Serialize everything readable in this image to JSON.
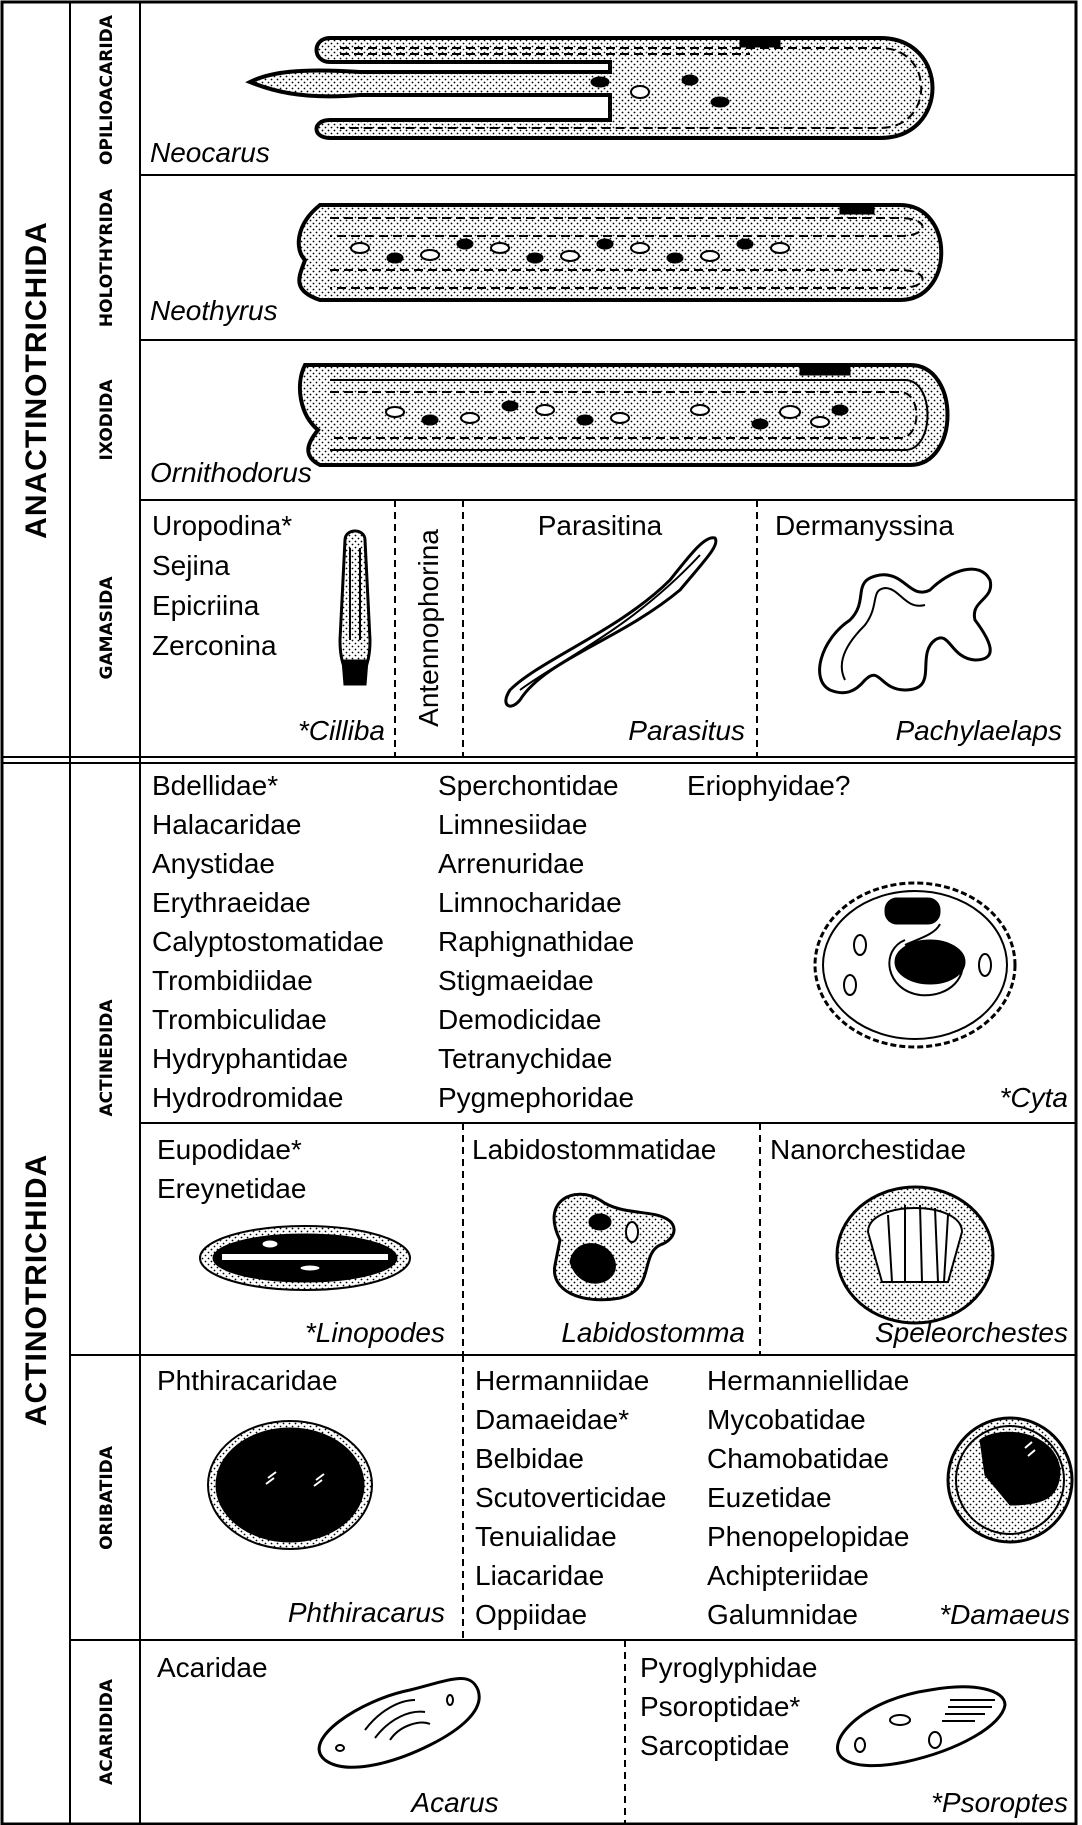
{
  "superorders": {
    "anactinotrichida": "ANACTINOTRICHIDA",
    "actinotrichida": "ACTINOTRICHIDA"
  },
  "orders": {
    "opilioacarida": "OPILIOACARIDA",
    "holothyrida": "HOLOTHYRIDA",
    "ixodida": "IXODIDA",
    "gamasida": "GAMASIDA",
    "actinedida": "ACTINEDIDA",
    "oribatida": "ORIBATIDA",
    "acaridida": "ACARIDIDA"
  },
  "genera": {
    "neocarus": "Neocarus",
    "neothyrus": "Neothyrus",
    "ornithodorus": "Ornithodorus",
    "cilliba": "*Cilliba",
    "parasitus": "Parasitus",
    "pachylaelaps": "Pachylaelaps",
    "cyta": "*Cyta",
    "linopodes": "*Linopodes",
    "labidostomma": "Labidostomma",
    "speleorchestes": "Speleorchestes",
    "phthiracarus": "Phthiracarus",
    "damaeus": "*Damaeus",
    "acarus": "Acarus",
    "psoroptes": "*Psoroptes"
  },
  "gamasida": {
    "group1": [
      "Uropodina*",
      "Sejina",
      "Epicriina",
      "Zerconina"
    ],
    "antennophorina": "Antennophorina",
    "parasitina": "Parasitina",
    "dermanyssina": "Dermanyssina"
  },
  "actinedida": {
    "col1": [
      "Bdellidae*",
      "Halacaridae",
      "Anystidae",
      "Erythraeidae",
      "Calyptostomatidae",
      "Trombidiidae",
      "Trombiculidae",
      "Hydryphantidae",
      "Hydrodromidae"
    ],
    "col2": [
      "Sperchontidae",
      "Limnesiidae",
      "Arrenuridae",
      "Limnocharidae",
      "Raphignathidae",
      "Stigmaeidae",
      "Demodicidae",
      "Tetranychidae",
      "Pygmephoridae"
    ],
    "col3": [
      "Eriophyidae?"
    ],
    "eupod": [
      "Eupodidae*",
      "Ereynetidae"
    ],
    "labido": "Labidostommatidae",
    "nanor": "Nanorchestidae"
  },
  "oribatida": {
    "phthir": "Phthiracaridae",
    "col2": [
      "Hermanniidae",
      "Damaeidae*",
      "Belbidae",
      "Scutoverticidae",
      "Tenuialidae",
      "Liacaridae",
      "Oppiidae"
    ],
    "col3": [
      "Hermanniellidae",
      "Mycobatidae",
      "Chamobatidae",
      "Euzetidae",
      "Phenopelopidae",
      "Achipteriidae",
      "Galumnidae"
    ]
  },
  "acaridida": {
    "acaridae": "Acaridae",
    "col2": [
      "Pyroglyphidae",
      "Psoroptidae*",
      "Sarcoptidae"
    ]
  }
}
